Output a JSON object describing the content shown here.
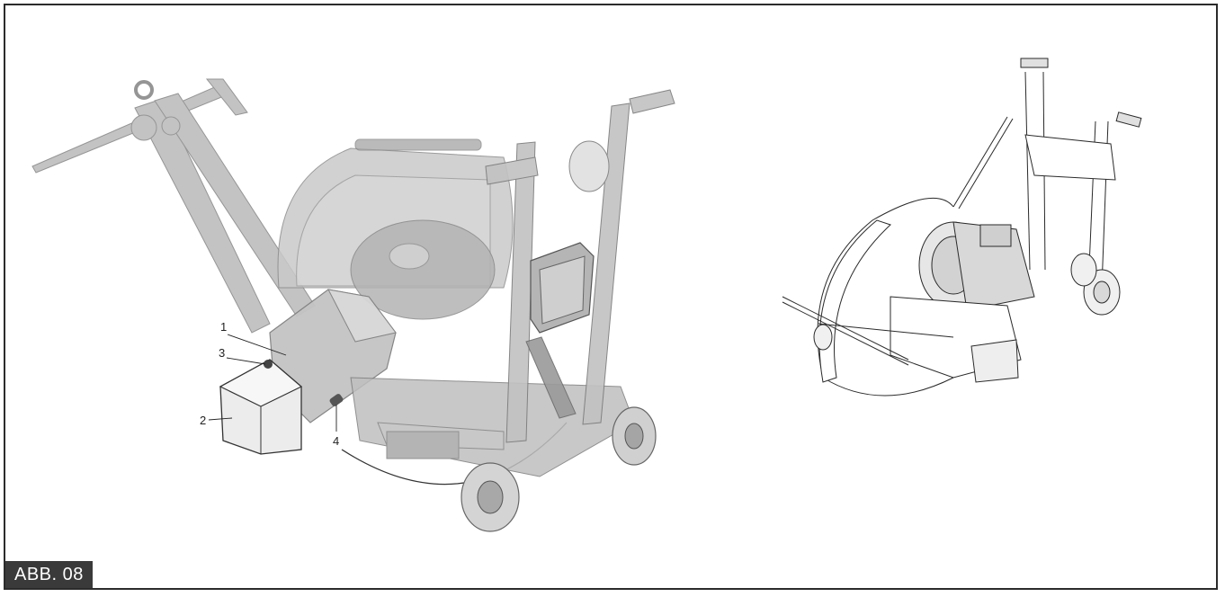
{
  "figure": {
    "label": "ABB. 08",
    "label_bg": "#3a3a3a",
    "frame_color": "#2b2b2b"
  },
  "callouts": [
    {
      "id": "1",
      "text": "1"
    },
    {
      "id": "2",
      "text": "2"
    },
    {
      "id": "3",
      "text": "3"
    },
    {
      "id": "4",
      "text": "4"
    }
  ],
  "drawings": {
    "left": "transparent-saw-assembly",
    "right": "line-drawing-saw-with-motor"
  }
}
